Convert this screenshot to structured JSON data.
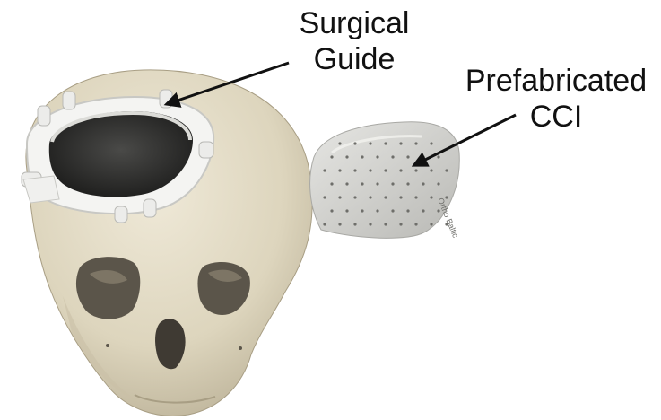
{
  "labels": {
    "surgical_guide": [
      "Surgical",
      "Guide"
    ],
    "prefabricated_cci": [
      "Prefabricated",
      "CCI"
    ]
  },
  "implant_engraving": "Ortho Baltic",
  "colors": {
    "bone": "#e3dcc8",
    "bone_shadow": "#b8ae94",
    "guide": "#f4f4f2",
    "implant": "#d9d9d6",
    "arrow": "#111111",
    "background": "#ffffff"
  }
}
